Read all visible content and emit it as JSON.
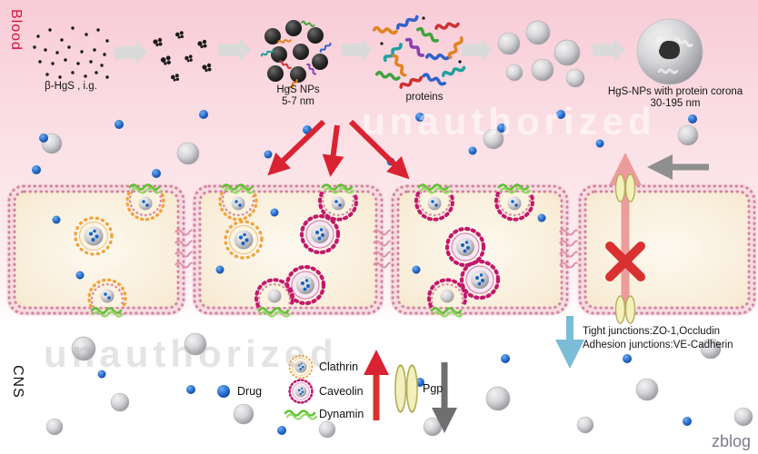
{
  "regions": {
    "blood": "Blood",
    "cns": "CNS"
  },
  "stages": {
    "s1": "β-HgS , i.g.",
    "s3a": "HgS NPs",
    "s3b": "5-7 nm",
    "s4": "proteins",
    "s6a": "HgS-NPs with protein corona",
    "s6b": "30-195 nm"
  },
  "junctions": {
    "line1": "Tight junctions:ZO-1,Occludin",
    "line2": "Adhesion junctions:VE-Cadherin"
  },
  "legend": {
    "drug": "Drug",
    "clathrin": "Clathrin",
    "caveolin": "Caveolin",
    "dynamin": "Dynamin",
    "pgp": "Pgp"
  },
  "watermark": "unauthorized",
  "footer": "zblog",
  "icons": {
    "drug": "blue-sphere-icon",
    "clathrin": "clathrin-coated-vesicle-icon",
    "caveolin": "caveolin-coated-vesicle-icon",
    "dynamin": "green-squiggle-icon",
    "pgp": "pgp-channel-icon"
  },
  "colors": {
    "background_pink": "#f8cbd7",
    "membrane_pink": "#d4849c",
    "cell_fill": "#f8ecd6",
    "clathrin_orange": "#f2a33c",
    "caveolin_magenta": "#c2186b",
    "dynamin_green": "#5fc232",
    "drug_blue": "#1a62c4",
    "arrow_red": "#d92332",
    "arrow_gray": "#8f8f8f",
    "pgp_yellow": "#f3f0bc",
    "efflux_salmon": "#eb9494",
    "junction_arrow_blue": "#7bbcd6",
    "blood_text": "#d6103c"
  }
}
